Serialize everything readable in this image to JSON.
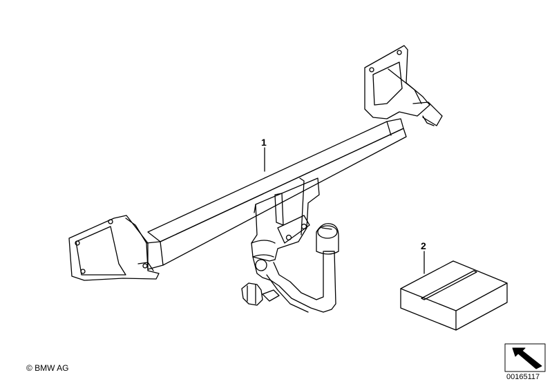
{
  "callouts": [
    {
      "label": "1"
    },
    {
      "label": "2"
    }
  ],
  "footer": {
    "copyright": "© BMW AG",
    "diagram_number": "00165117"
  },
  "icons": {
    "navigation_arrow": "arrow-icon"
  }
}
